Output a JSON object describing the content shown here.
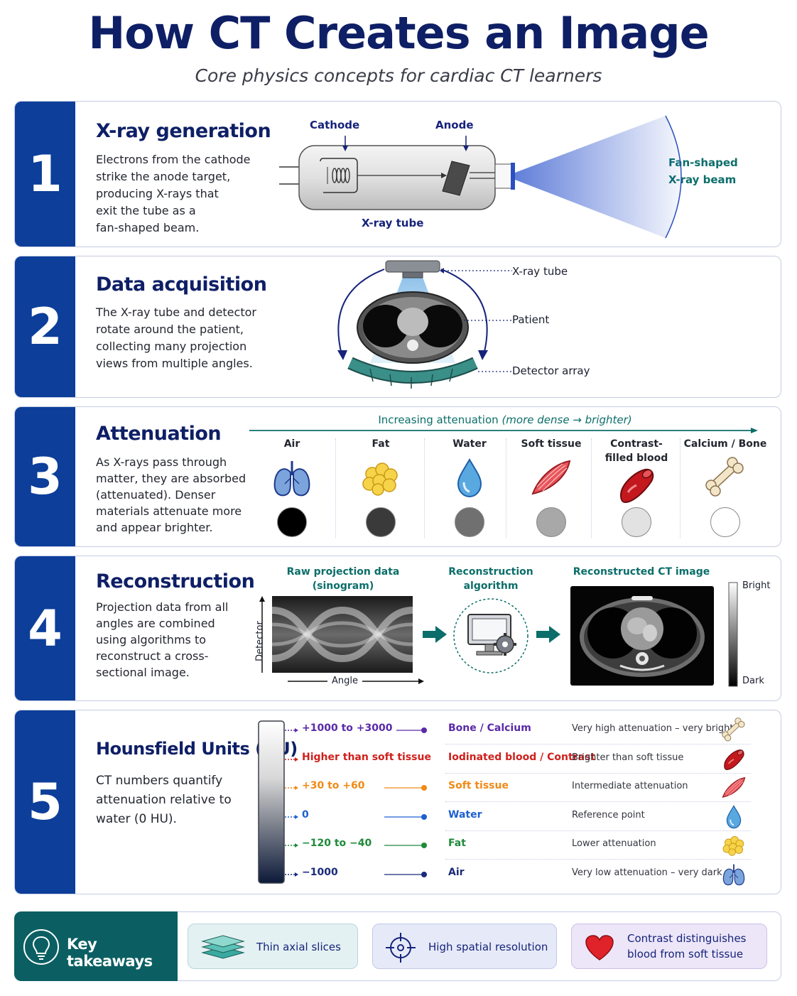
{
  "title": "How CT Creates an Image",
  "subtitle": "Core physics concepts for cardiac CT learners",
  "step1": {
    "number": "1",
    "title": "X-ray generation",
    "desc": [
      "Electrons from the cathode",
      "strike the anode target,",
      "producing X-rays that",
      "exit the tube as a",
      "fan-shaped beam."
    ],
    "cathode": "Cathode",
    "anode": "Anode",
    "tube": "X-ray tube",
    "beam": [
      "Fan-shaped",
      "X-ray beam"
    ]
  },
  "step2": {
    "number": "2",
    "title": "Data acquisition",
    "desc": [
      "The X-ray tube and detector",
      "rotate around the patient,",
      "collecting many projection",
      "views from multiple angles."
    ],
    "tube": "X-ray tube",
    "patient": "Patient",
    "detector": "Detector array"
  },
  "step3": {
    "number": "3",
    "title": "Attenuation",
    "desc": [
      "As X-rays pass through",
      "matter, they are absorbed",
      "(attenuated). Denser",
      "materials attenuate more",
      "and appear brighter."
    ],
    "arrow_label_main": "Increasing attenuation",
    "arrow_label_paren": "(more dense → brighter)",
    "materials": [
      {
        "name": "Air",
        "icon": "lungs-icon",
        "gray": "#000000"
      },
      {
        "name": "Fat",
        "icon": "fat-icon",
        "gray": "#3a3a3a"
      },
      {
        "name": "Water",
        "icon": "water-drop-icon",
        "gray": "#707070"
      },
      {
        "name": "Soft tissue",
        "icon": "muscle-icon",
        "gray": "#a8a8a8"
      },
      {
        "name": "Contrast-filled blood",
        "icon": "blood-vessel-icon",
        "gray": "#e2e2e2"
      },
      {
        "name": "Calcium / Bone",
        "icon": "bone-icon",
        "gray": "#ffffff"
      }
    ]
  },
  "step4": {
    "number": "4",
    "title": "Reconstruction",
    "desc": [
      "Projection data from all",
      "angles are combined",
      "using algorithms to",
      "reconstruct a cross-",
      "sectional image."
    ],
    "raw_label": [
      "Raw projection data",
      "(sinogram)"
    ],
    "algo_label": [
      "Reconstruction",
      "algorithm"
    ],
    "recon_label": "Reconstructed CT image",
    "y_axis": "Detector",
    "x_axis": "Angle",
    "bright": "Bright",
    "dark": "Dark"
  },
  "step5": {
    "number": "5",
    "title": "Hounsfield Units (HU)",
    "desc": [
      "CT numbers quantify",
      "attenuation relative to",
      "water (0 HU)."
    ],
    "rows": [
      {
        "value": "+1000 to +3000",
        "material": "Bone / Calcium",
        "desc": "Very high attenuation – very bright",
        "color": "#5a2aa8",
        "icon": "bone-icon"
      },
      {
        "value": "Higher than soft tissue",
        "material": "Iodinated blood / Contrast",
        "desc": "Brighter than soft tissue",
        "color": "#d0201c",
        "icon": "blood-vessel-icon"
      },
      {
        "value": "+30 to +60",
        "material": "Soft tissue",
        "desc": "Intermediate attenuation",
        "color": "#f08a17",
        "icon": "muscle-icon"
      },
      {
        "value": "0",
        "material": "Water",
        "desc": "Reference point",
        "color": "#1e5fd0",
        "icon": "water-drop-icon"
      },
      {
        "value": "−120 to −40",
        "material": "Fat",
        "desc": "Lower attenuation",
        "color": "#1e8a3a",
        "icon": "fat-icon"
      },
      {
        "value": "−1000",
        "material": "Air",
        "desc": "Very low attenuation – very dark",
        "color": "#1a2b7a",
        "icon": "lungs-icon"
      }
    ]
  },
  "takeaways": {
    "title": "Key takeaways",
    "items": [
      {
        "label": "Thin axial slices",
        "icon": "layers-icon"
      },
      {
        "label": "High spatial resolution",
        "icon": "crosshair-icon"
      },
      {
        "label": [
          "Contrast distinguishes",
          "blood from soft tissue"
        ],
        "icon": "heart-icon"
      }
    ]
  }
}
